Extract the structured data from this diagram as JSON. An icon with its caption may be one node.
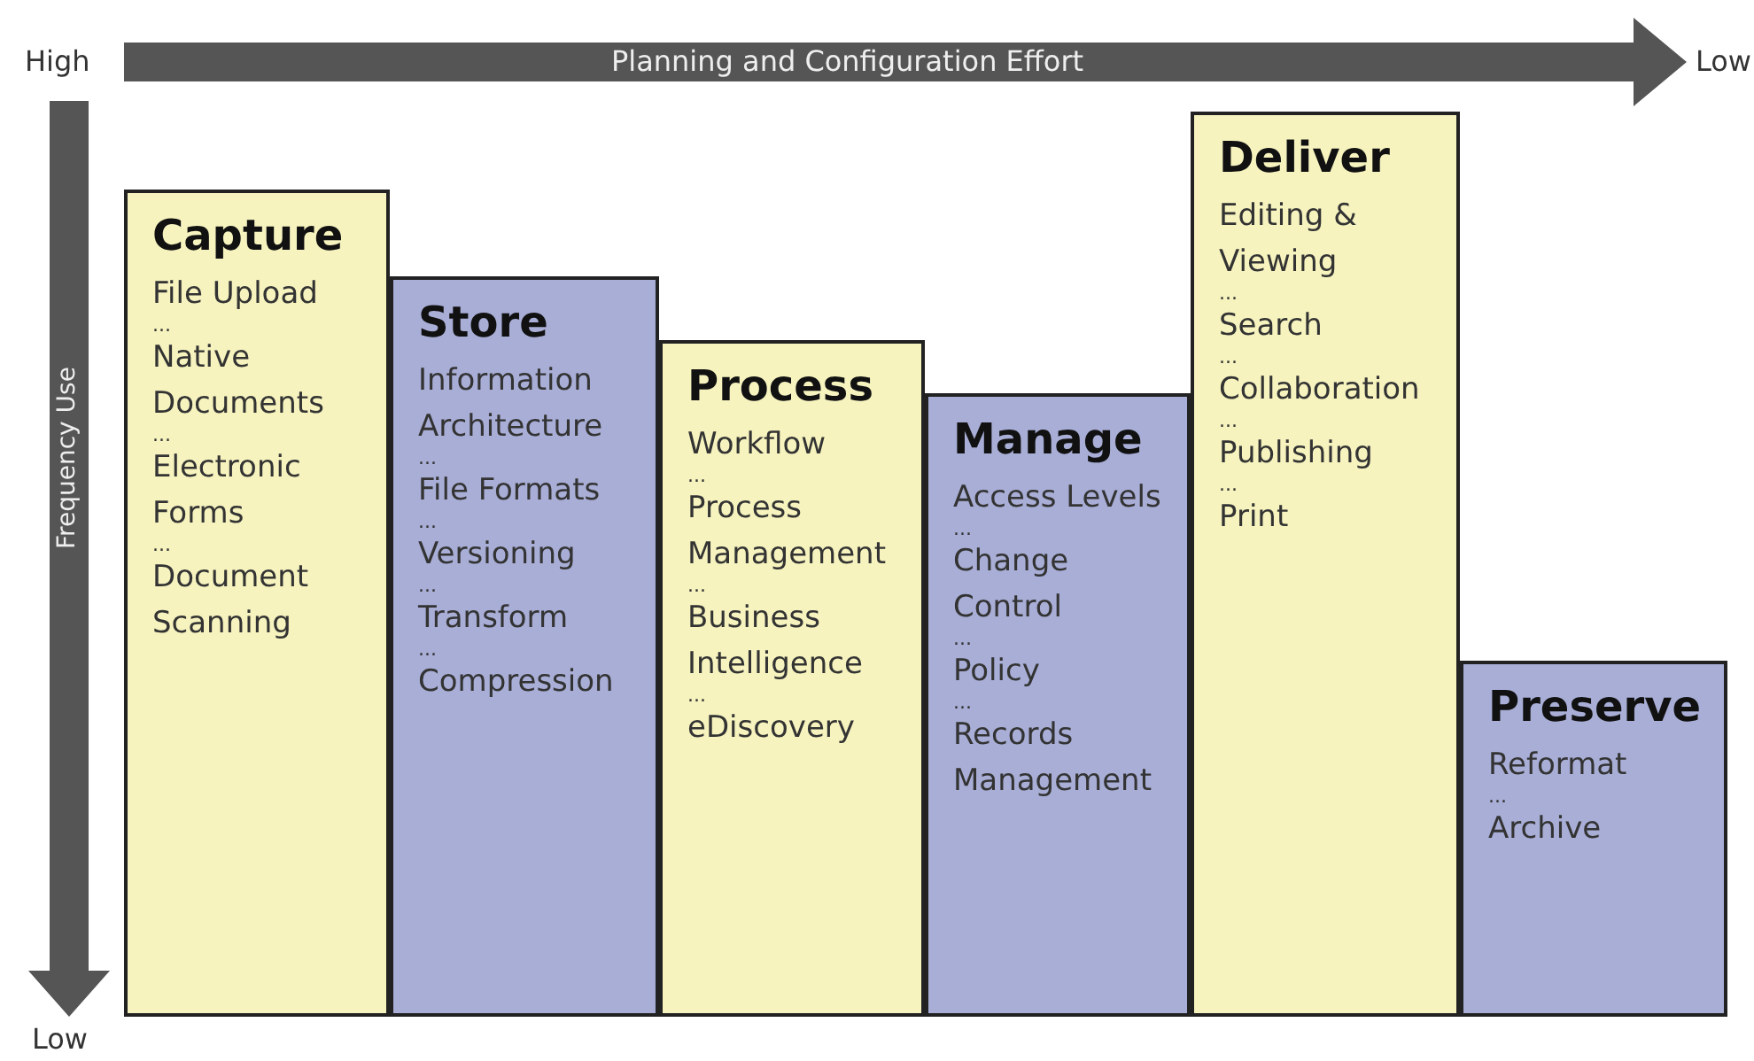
{
  "diagram": {
    "nodes": [
      {
        "text": [
          "Capture",
          "File Upload",
          "...",
          "Native Documents",
          "...",
          "Electronic Forms",
          "...",
          "Document Scanning"
        ]
      },
      {
        "text": [
          "Store",
          "Information Architecture",
          "...",
          "File Formats",
          "...",
          "Versioning",
          "...",
          "Transform",
          "...",
          "Compression"
        ]
      },
      {
        "text": [
          "Process",
          "Workflow",
          "...",
          "Process Management",
          "...",
          "Business Intelligence",
          "...",
          "eDiscovery"
        ]
      },
      {
        "text": [
          "Manage",
          "Access Levels",
          "...",
          "Change Control",
          "...",
          "Policy",
          "...",
          "Records Management"
        ]
      },
      {
        "text": [
          "Deliver",
          "Editing & Viewing",
          "...",
          "Search",
          "...",
          "Collaboration",
          "...",
          "Publishing",
          "...",
          "Print"
        ]
      },
      {
        "text": [
          "Preserve",
          "Reformat",
          "...",
          "Archive"
        ]
      }
    ],
    "labels": [
      "High",
      "Planning and Configuration Effort",
      "Low",
      "Frequency Use",
      "Low"
    ]
  }
}
